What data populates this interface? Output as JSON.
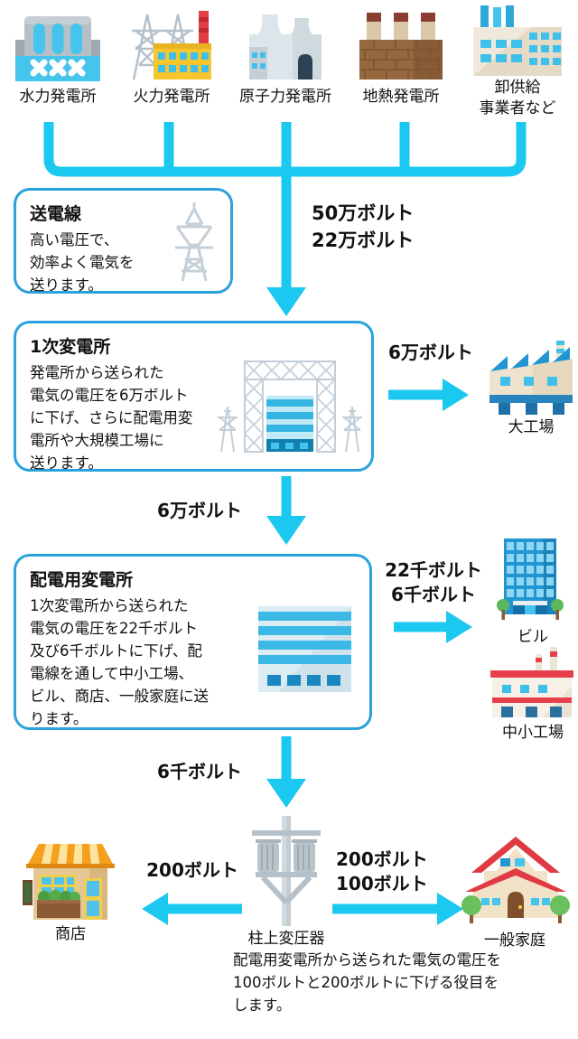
{
  "colors": {
    "accent": "#1BC8F0",
    "box_border": "#2BA2DC",
    "text": "#111111"
  },
  "sources": [
    {
      "label": "水力発電所",
      "icon": "hydro-plant-icon"
    },
    {
      "label": "火力発電所",
      "icon": "thermal-plant-icon"
    },
    {
      "label": "原子力発電所",
      "icon": "nuclear-plant-icon"
    },
    {
      "label": "地熱発電所",
      "icon": "geothermal-plant-icon"
    },
    {
      "label": "卸供給\n事業者など",
      "icon": "wholesale-supplier-icon"
    }
  ],
  "transmission_box": {
    "title": "送電線",
    "body": "高い電圧で、\n効率よく電気を\n送ります。",
    "icon": "transmission-tower-icon"
  },
  "trunk_voltage": "50万ボルト\n22万ボルト",
  "primary_substation": {
    "title": "1次変電所",
    "body": "発電所から送られた\n電気の電圧を6万ボルト\nに下げ、さらに配電用変\n電所や大規模工場に\n送ります。",
    "icon": "primary-substation-icon",
    "branch_voltage": "6万ボルト",
    "branch_dest": "大工場",
    "down_voltage": "6万ボルト"
  },
  "distribution_substation": {
    "title": "配電用変電所",
    "body": "1次変電所から送られた\n電気の電圧を22千ボルト\n及び6千ボルトに下げ、配\n電線を通して中小工場、\nビル、商店、一般家庭に送\nります。",
    "icon": "distribution-substation-icon",
    "branch_voltage": "22千ボルト\n6千ボルト",
    "branch_dest_building": "ビル",
    "branch_dest_factory": "中小工場",
    "down_voltage": "6千ボルト"
  },
  "pole_transformer": {
    "label": "柱上変圧器",
    "icon": "pole-transformer-icon",
    "left_voltage": "200ボルト",
    "left_dest": "商店",
    "right_voltage": "200ボルト\n100ボルト",
    "right_dest": "一般家庭",
    "note": "配電用変電所から送られた電気の電圧を\n100ボルトと200ボルトに下げる役目を\nします。"
  }
}
